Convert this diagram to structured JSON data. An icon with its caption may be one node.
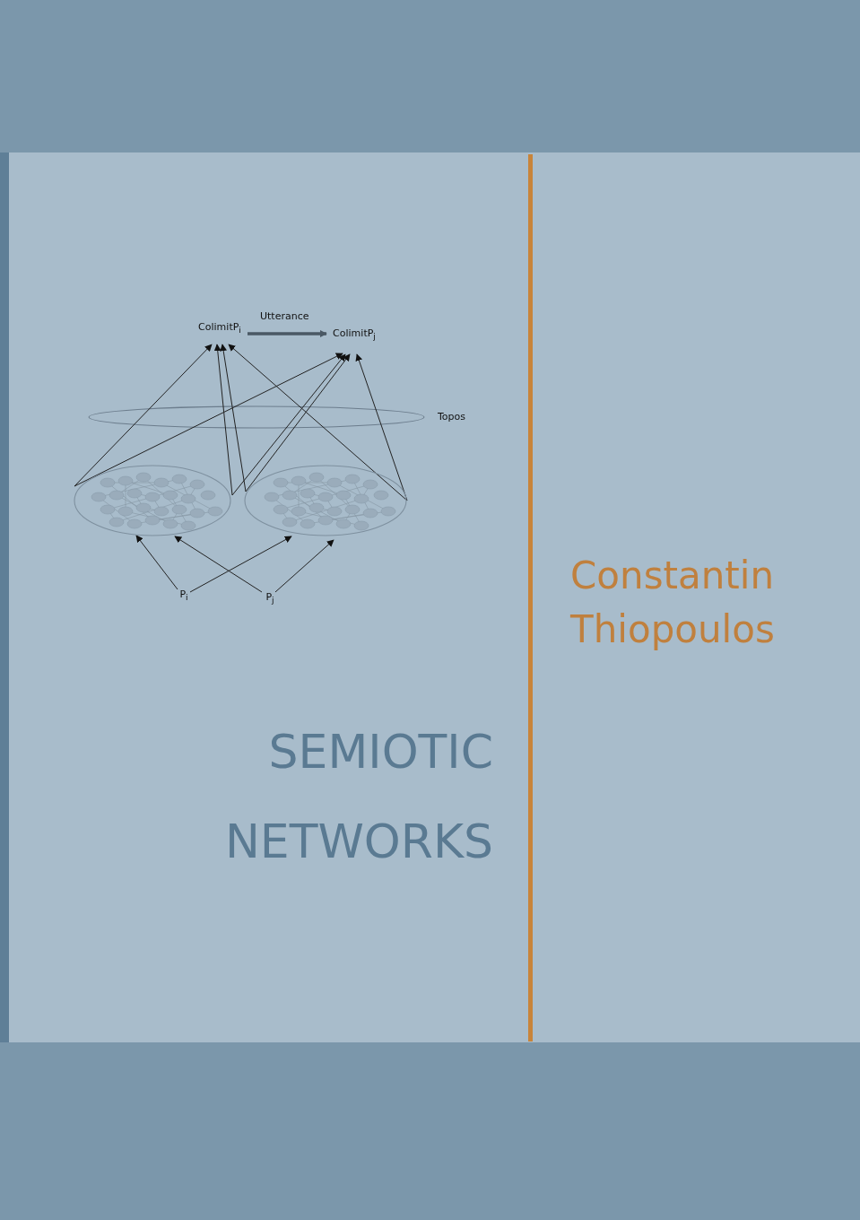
{
  "diagram": {
    "title": "SEMIOTIC NETWORKS",
    "nodes": [
      {
        "text": [
          "ColimitP$_{i}$"
        ]
      },
      {
        "text": [
          "ColimitP$_{j}$"
        ]
      },
      {
        "text": [],
        "shape": "picture"
      },
      {
        "text": [],
        "shape": "picture"
      },
      {
        "text": [
          "P$_{i}$"
        ]
      },
      {
        "text": [
          "P$_{j}$"
        ]
      }
    ],
    "edges": [
      {
        "from": 0,
        "to": 1,
        "arrow": "to",
        "label": "Utterance",
        "style": "thick"
      },
      {
        "from": 2,
        "to": 0,
        "arrow": "to"
      },
      {
        "from": 2,
        "to": 1,
        "arrow": "to"
      },
      {
        "from": 2,
        "to": 0,
        "arrow": "to"
      },
      {
        "from": 2,
        "to": 1,
        "arrow": "to"
      },
      {
        "from": 3,
        "to": 0,
        "arrow": "to"
      },
      {
        "from": 3,
        "to": 1,
        "arrow": "to"
      },
      {
        "from": 3,
        "to": 0,
        "arrow": "to"
      },
      {
        "from": 3,
        "to": 1,
        "arrow": "to"
      },
      {
        "from": 4,
        "to": 2,
        "arrow": "to"
      },
      {
        "from": 4,
        "to": 3,
        "arrow": "to"
      },
      {
        "from": 5,
        "to": 2,
        "arrow": "to"
      },
      {
        "from": 5,
        "to": 3,
        "arrow": "to"
      }
    ],
    "labels": [
      "Topos",
      "Constantin Thiopoulos"
    ]
  }
}
